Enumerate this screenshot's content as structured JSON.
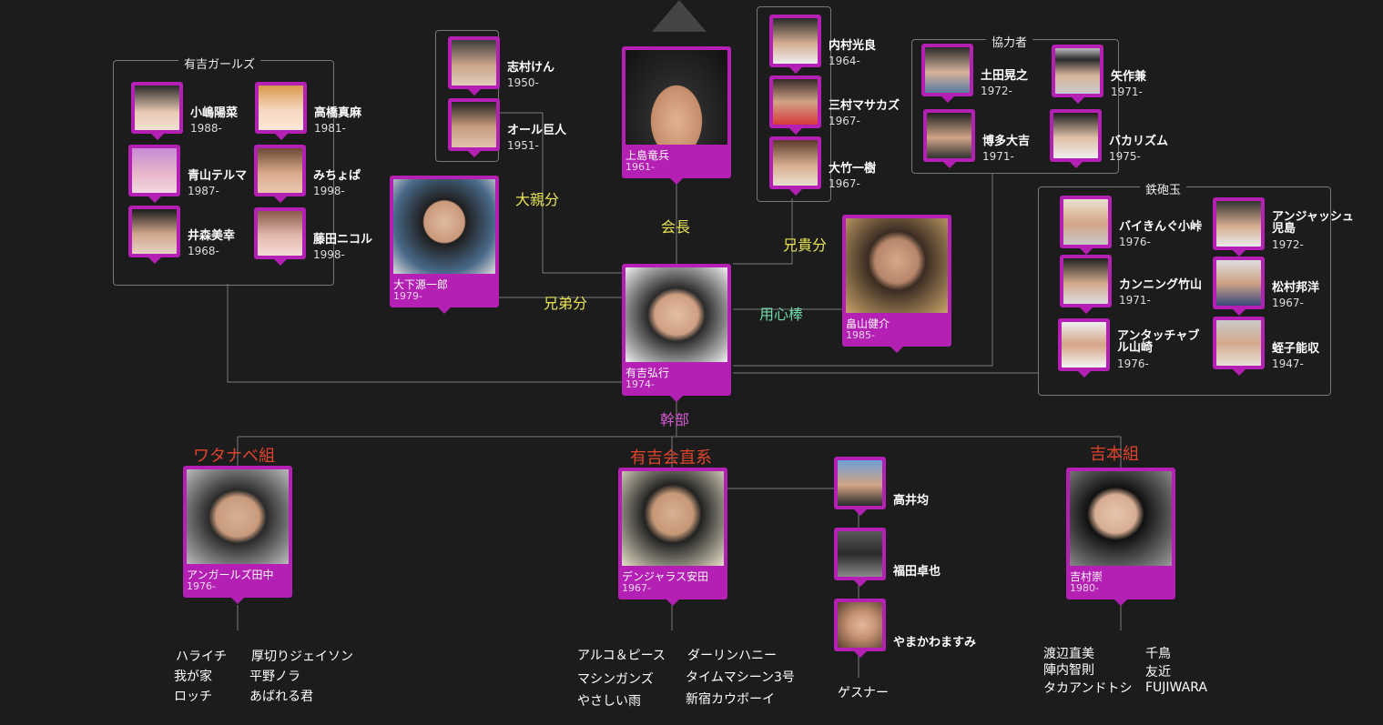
{
  "colors": {
    "card": "#b41fb4",
    "yellow": "#e8e454",
    "green": "#6fd9a8",
    "magenta": "#d35ad3",
    "red": "#e0442d"
  },
  "groups": {
    "ariyoshi_girls": "有吉ガールズ",
    "kyoryokusha": "協力者",
    "teppodama": "鉄砲玉"
  },
  "girls": [
    {
      "name": "小嶋陽菜",
      "year": "1988-"
    },
    {
      "name": "高橋真麻",
      "year": "1981-"
    },
    {
      "name": "青山テルマ",
      "year": "1987-"
    },
    {
      "name": "みちょぱ",
      "year": "1998-"
    },
    {
      "name": "井森美幸",
      "year": "1968-"
    },
    {
      "name": "藤田ニコル",
      "year": "1998-"
    }
  ],
  "elders": [
    {
      "name": "志村けん",
      "year": "1950-"
    },
    {
      "name": "オール巨人",
      "year": "1951-"
    }
  ],
  "dachou": [
    {
      "name": "内村光良",
      "year": "1964-"
    },
    {
      "name": "三村マサカズ",
      "year": "1967-"
    },
    {
      "name": "大竹一樹",
      "year": "1967-"
    }
  ],
  "kyoryoku_members": [
    {
      "name": "土田晃之",
      "year": "1972-"
    },
    {
      "name": "矢作兼",
      "year": "1971-"
    },
    {
      "name": "博多大吉",
      "year": "1971-"
    },
    {
      "name": "バカリズム",
      "year": "1975-"
    }
  ],
  "teppo_members": [
    {
      "name": "バイきんぐ小峠",
      "year": "1976-"
    },
    {
      "name": "アンジャッシュ児島",
      "year": "1972-"
    },
    {
      "name": "カンニング竹山",
      "year": "1971-"
    },
    {
      "name": "松村邦洋",
      "year": "1967-"
    },
    {
      "name": "アンタッチャブル山崎",
      "year": "1976-"
    },
    {
      "name": "蛭子能収",
      "year": "1947-"
    }
  ],
  "cards": {
    "ueshima": {
      "name": "上島竜兵",
      "year": "1961-"
    },
    "oshita": {
      "name": "大下源一郎",
      "year": "1979-"
    },
    "ariyoshi": {
      "name": "有吉弘行",
      "year": "1974-"
    },
    "hatakeyama": {
      "name": "畠山健介",
      "year": "1985-"
    },
    "tanaka": {
      "name": "アンガールズ田中",
      "year": "1976-"
    },
    "yasuda": {
      "name": "デンジャラス安田",
      "year": "1967-"
    },
    "yoshimura": {
      "name": "吉村崇",
      "year": "1980-"
    }
  },
  "relations": {
    "kaicho": "会長",
    "oyabun": "大親分",
    "kyodaibun": "兄弟分",
    "anikibun": "兄貴分",
    "yojinbo": "用心棒",
    "kanbu": "幹部"
  },
  "factions": {
    "watanabe": "ワタナベ組",
    "ariyoshikai": "有吉会直系",
    "yoshimoto": "吉本組"
  },
  "direct_members": [
    {
      "name": "高井均"
    },
    {
      "name": "福田卓也"
    },
    {
      "name": "やまかわますみ"
    }
  ],
  "gesner": "ゲスナー",
  "watanabe_list": [
    "ハライチ",
    "厚切りジェイソン",
    "我が家",
    "平野ノラ",
    "ロッチ",
    "あばれる君"
  ],
  "ariyoshikai_list": [
    "アルコ＆ピース",
    "ダーリンハニー",
    "マシンガンズ",
    "タイムマシーン3号",
    "やさしい雨",
    "新宿カウボーイ"
  ],
  "yoshimoto_list": [
    "渡辺直美",
    "千鳥",
    "陣内智則",
    "友近",
    "タカアンドトシ",
    "FUJIWARA"
  ]
}
